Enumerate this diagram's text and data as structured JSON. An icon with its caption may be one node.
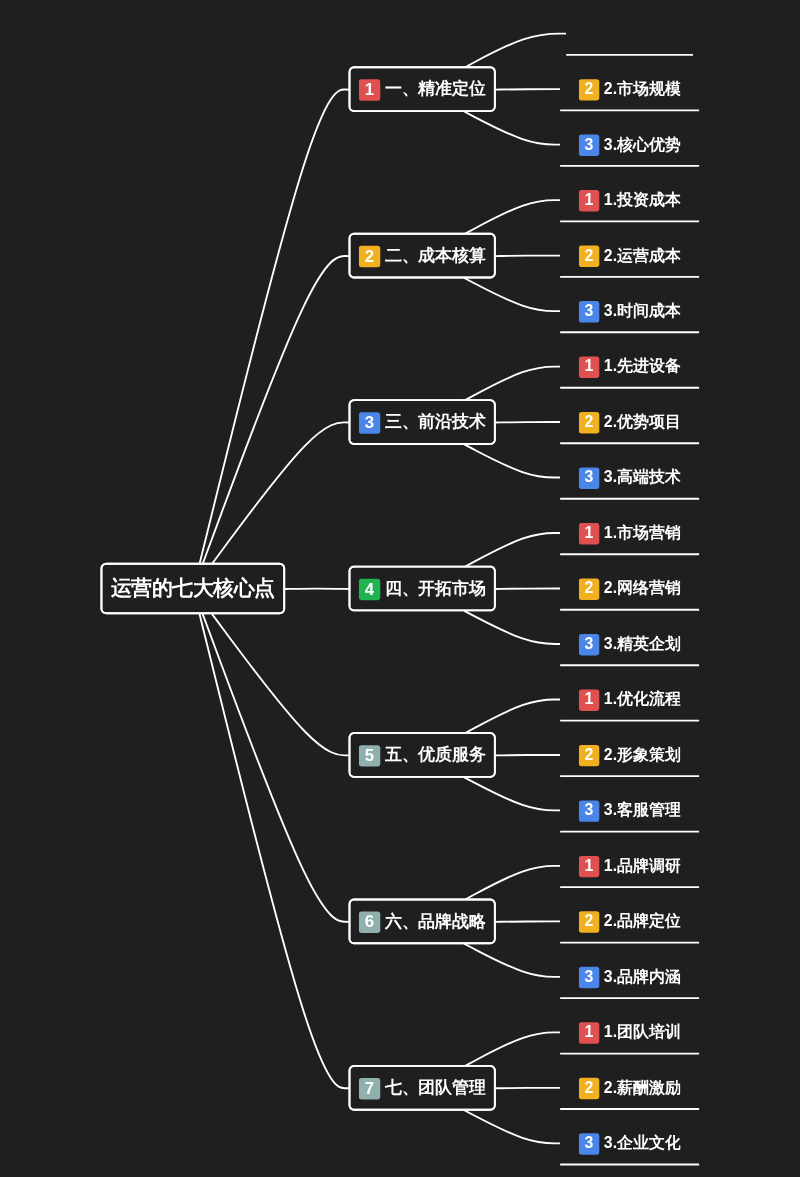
{
  "diagram": {
    "nodes": [
      {
        "text": [
          "运营的七大核心点"
        ]
      },
      {
        "text": [
          "1",
          "一、精准定位"
        ]
      },
      {
        "text": [],
        "shape": "box"
      },
      {
        "text": [
          "2",
          "2.市场规模"
        ]
      },
      {
        "text": [
          "3",
          "3.核心优势"
        ]
      },
      {
        "text": [
          "2",
          "二、成本核算"
        ]
      },
      {
        "text": [
          "1",
          "1.投资成本"
        ]
      },
      {
        "text": [
          "2",
          "2.运营成本"
        ]
      },
      {
        "text": [
          "3",
          "3.时间成本"
        ]
      },
      {
        "text": [
          "3",
          "三、前沿技术"
        ]
      },
      {
        "text": [
          "1",
          "1.先进设备"
        ]
      },
      {
        "text": [
          "2",
          "2.优势项目"
        ]
      },
      {
        "text": [
          "3",
          "3.高端技术"
        ]
      },
      {
        "text": [
          "4",
          "四、开拓市场"
        ]
      },
      {
        "text": [
          "1",
          "1.市场营销"
        ]
      },
      {
        "text": [
          "2",
          "2.网络营销"
        ]
      },
      {
        "text": [
          "3",
          "3.精英企划"
        ]
      },
      {
        "text": [
          "5",
          "五、优质服务"
        ]
      },
      {
        "text": [
          "1",
          "1.优化流程"
        ]
      },
      {
        "text": [
          "2",
          "2.形象策划"
        ]
      },
      {
        "text": [
          "3",
          "3.客服管理"
        ]
      },
      {
        "text": [
          "6",
          "六、品牌战略"
        ]
      },
      {
        "text": [
          "1",
          "1.品牌调研"
        ]
      },
      {
        "text": [
          "2",
          "2.品牌定位"
        ]
      },
      {
        "text": [
          "3",
          "3.品牌内涵"
        ]
      },
      {
        "text": [
          "7",
          "七、团队管理"
        ]
      },
      {
        "text": [
          "1",
          "1.团队培训"
        ]
      },
      {
        "text": [
          "2",
          "2.薪酬激励"
        ]
      },
      {
        "text": [
          "3",
          "3.企业文化"
        ]
      }
    ],
    "edges": [
      {
        "from": 0,
        "to": 1,
        "arrow": "none"
      },
      {
        "from": 1,
        "to": 2,
        "arrow": "none"
      },
      {
        "from": 1,
        "to": 3,
        "arrow": "none"
      },
      {
        "from": 1,
        "to": 4,
        "arrow": "none"
      },
      {
        "from": 0,
        "to": 5,
        "arrow": "none"
      },
      {
        "from": 5,
        "to": 6,
        "arrow": "none"
      },
      {
        "from": 5,
        "to": 7,
        "arrow": "none"
      },
      {
        "from": 5,
        "to": 8,
        "arrow": "none"
      },
      {
        "from": 0,
        "to": 9,
        "arrow": "none"
      },
      {
        "from": 9,
        "to": 10,
        "arrow": "none"
      },
      {
        "from": 9,
        "to": 11,
        "arrow": "none"
      },
      {
        "from": 9,
        "to": 12,
        "arrow": "none"
      },
      {
        "from": 0,
        "to": 13,
        "arrow": "none"
      },
      {
        "from": 13,
        "to": 14,
        "arrow": "none"
      },
      {
        "from": 13,
        "to": 15,
        "arrow": "none"
      },
      {
        "from": 13,
        "to": 16,
        "arrow": "none"
      },
      {
        "from": 0,
        "to": 17,
        "arrow": "none"
      },
      {
        "from": 17,
        "to": 18,
        "arrow": "none"
      },
      {
        "from": 17,
        "to": 19,
        "arrow": "none"
      },
      {
        "from": 17,
        "to": 20,
        "arrow": "none"
      },
      {
        "from": 0,
        "to": 21,
        "arrow": "none"
      },
      {
        "from": 21,
        "to": 22,
        "arrow": "none"
      },
      {
        "from": 21,
        "to": 23,
        "arrow": "none"
      },
      {
        "from": 21,
        "to": 24,
        "arrow": "none"
      },
      {
        "from": 0,
        "to": 25,
        "arrow": "none"
      },
      {
        "from": 25,
        "to": 26,
        "arrow": "none"
      },
      {
        "from": 25,
        "to": 27,
        "arrow": "none"
      },
      {
        "from": 25,
        "to": 28,
        "arrow": "none"
      }
    ]
  }
}
